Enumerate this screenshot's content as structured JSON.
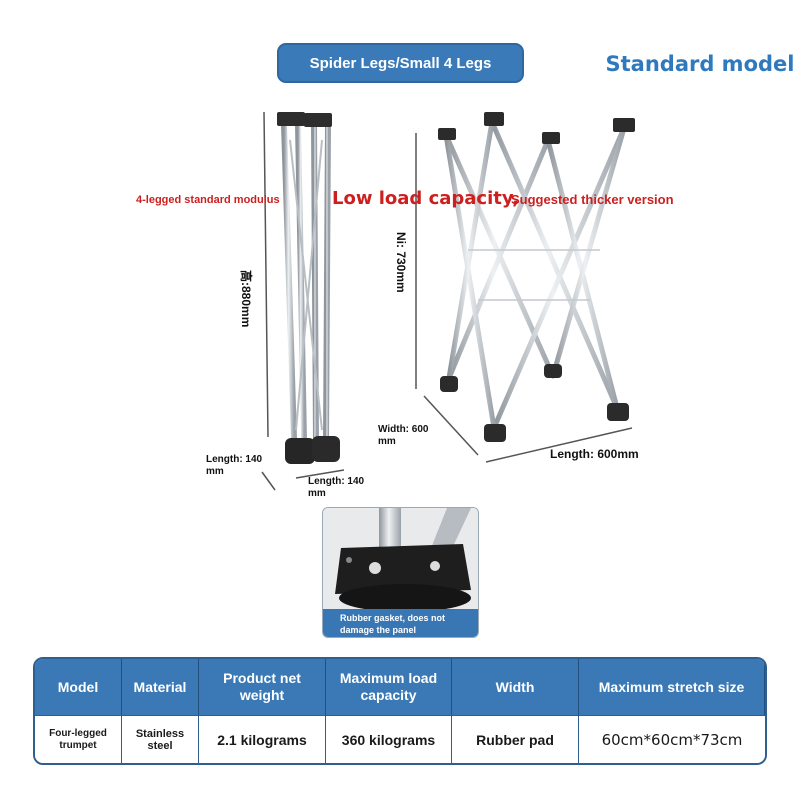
{
  "header": {
    "pill_title": "Spider Legs/Small 4 Legs",
    "model_tag": "Standard model"
  },
  "notes": {
    "standard_modulus": "4-legged standard modulus",
    "low_load": "Low load capacity,",
    "suggestion": "Suggested thicker version"
  },
  "dimensions": {
    "height_folded": "高:880mm",
    "height_open": "Ni: 730mm",
    "folded_length_a": "Length: 140 mm",
    "folded_length_b": "Length: 140 mm",
    "open_width": "Width: 600 mm",
    "open_length": "Length: 600mm"
  },
  "inset": {
    "caption": "Rubber gasket, does not damage the panel"
  },
  "table": {
    "headers": [
      "Model",
      "Material",
      "Product net weight",
      "Maximum load capacity",
      "Width",
      "Maximum stretch size"
    ],
    "row": [
      "Four-legged trumpet",
      "Stainless steel",
      "2.1 kilograms",
      "360 kilograms",
      "Rubber pad",
      "60cm*60cm*73cm"
    ]
  },
  "colors": {
    "accent_blue": "#3a79b6",
    "title_blue": "#2f79be",
    "note_red": "#cc1f1f"
  }
}
